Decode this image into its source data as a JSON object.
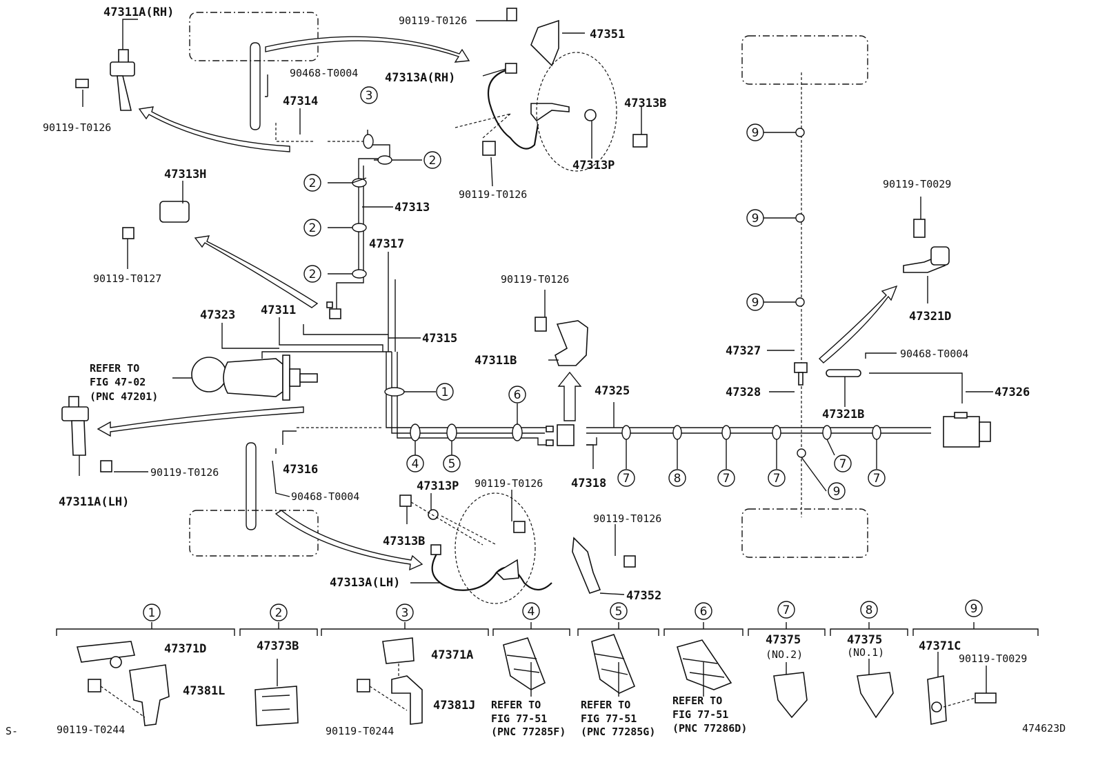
{
  "labels": {
    "p47311A_RH": "47311A(RH)",
    "p90119_T0126_a": "90119-T0126",
    "p47351": "47351",
    "p47313A_RH": "47313A(RH)",
    "p90468_T0004_a": "90468-T0004",
    "p47314": "47314",
    "p90119_T0126_b": "90119-T0126",
    "p47313B_a": "47313B",
    "p47313P_a": "47313P",
    "p90119_T0126_c": "90119-T0126",
    "p47313H": "47313H",
    "p47313": "47313",
    "p90119_T0127": "90119-T0127",
    "p47317": "47317",
    "p47323": "47323",
    "p47311": "47311",
    "p47315": "47315",
    "refer_47_02_a": "REFER TO",
    "refer_47_02_b": "FIG 47-02",
    "refer_47_02_c": "(PNC 47201)",
    "p90119_T0126_d": "90119-T0126",
    "p47311B": "47311B",
    "p90119_T0029_a": "90119-T0029",
    "p47321D": "47321D",
    "p47327": "47327",
    "p90468_T0004_b": "90468-T0004",
    "p47328": "47328",
    "p47325": "47325",
    "p47326": "47326",
    "p47321B": "47321B",
    "p47316": "47316",
    "p90119_T0126_e": "90119-T0126",
    "p47311A_LH": "47311A(LH)",
    "p90468_T0004_c": "90468-T0004",
    "p47318": "47318",
    "p47313P_b": "47313P",
    "p90119_T0126_f": "90119-T0126",
    "p47313B_b": "47313B",
    "p90119_T0126_g": "90119-T0126",
    "p47313A_LH": "47313A(LH)",
    "p47352": "47352",
    "p47371D": "47371D",
    "p47381L": "47381L",
    "p90119_T0244_a": "90119-T0244",
    "p47373B": "47373B",
    "p47371A": "47371A",
    "p47381J": "47381J",
    "p90119_T0244_b": "90119-T0244",
    "refer_4a": "REFER TO",
    "refer_4b": "FIG 77-51",
    "refer_4c": "(PNC 77285F)",
    "refer_5a": "REFER TO",
    "refer_5b": "FIG 77-51",
    "refer_5c": "(PNC 77285G)",
    "refer_6a": "REFER TO",
    "refer_6b": "FIG 77-51",
    "refer_6c": "(PNC 77286D)",
    "p47375_a": "47375",
    "no2": "(NO.2)",
    "p47375_b": "47375",
    "no1": "(NO.1)",
    "p47371C": "47371C",
    "p90119_T0029_b": "90119-T0029",
    "corner_left": "S-",
    "corner_right": "474623D"
  },
  "callouts": {
    "c1": "1",
    "c2": "2",
    "c3": "3",
    "c4": "4",
    "c5": "5",
    "c6": "6",
    "c7": "7",
    "c8": "8",
    "c9": "9"
  }
}
